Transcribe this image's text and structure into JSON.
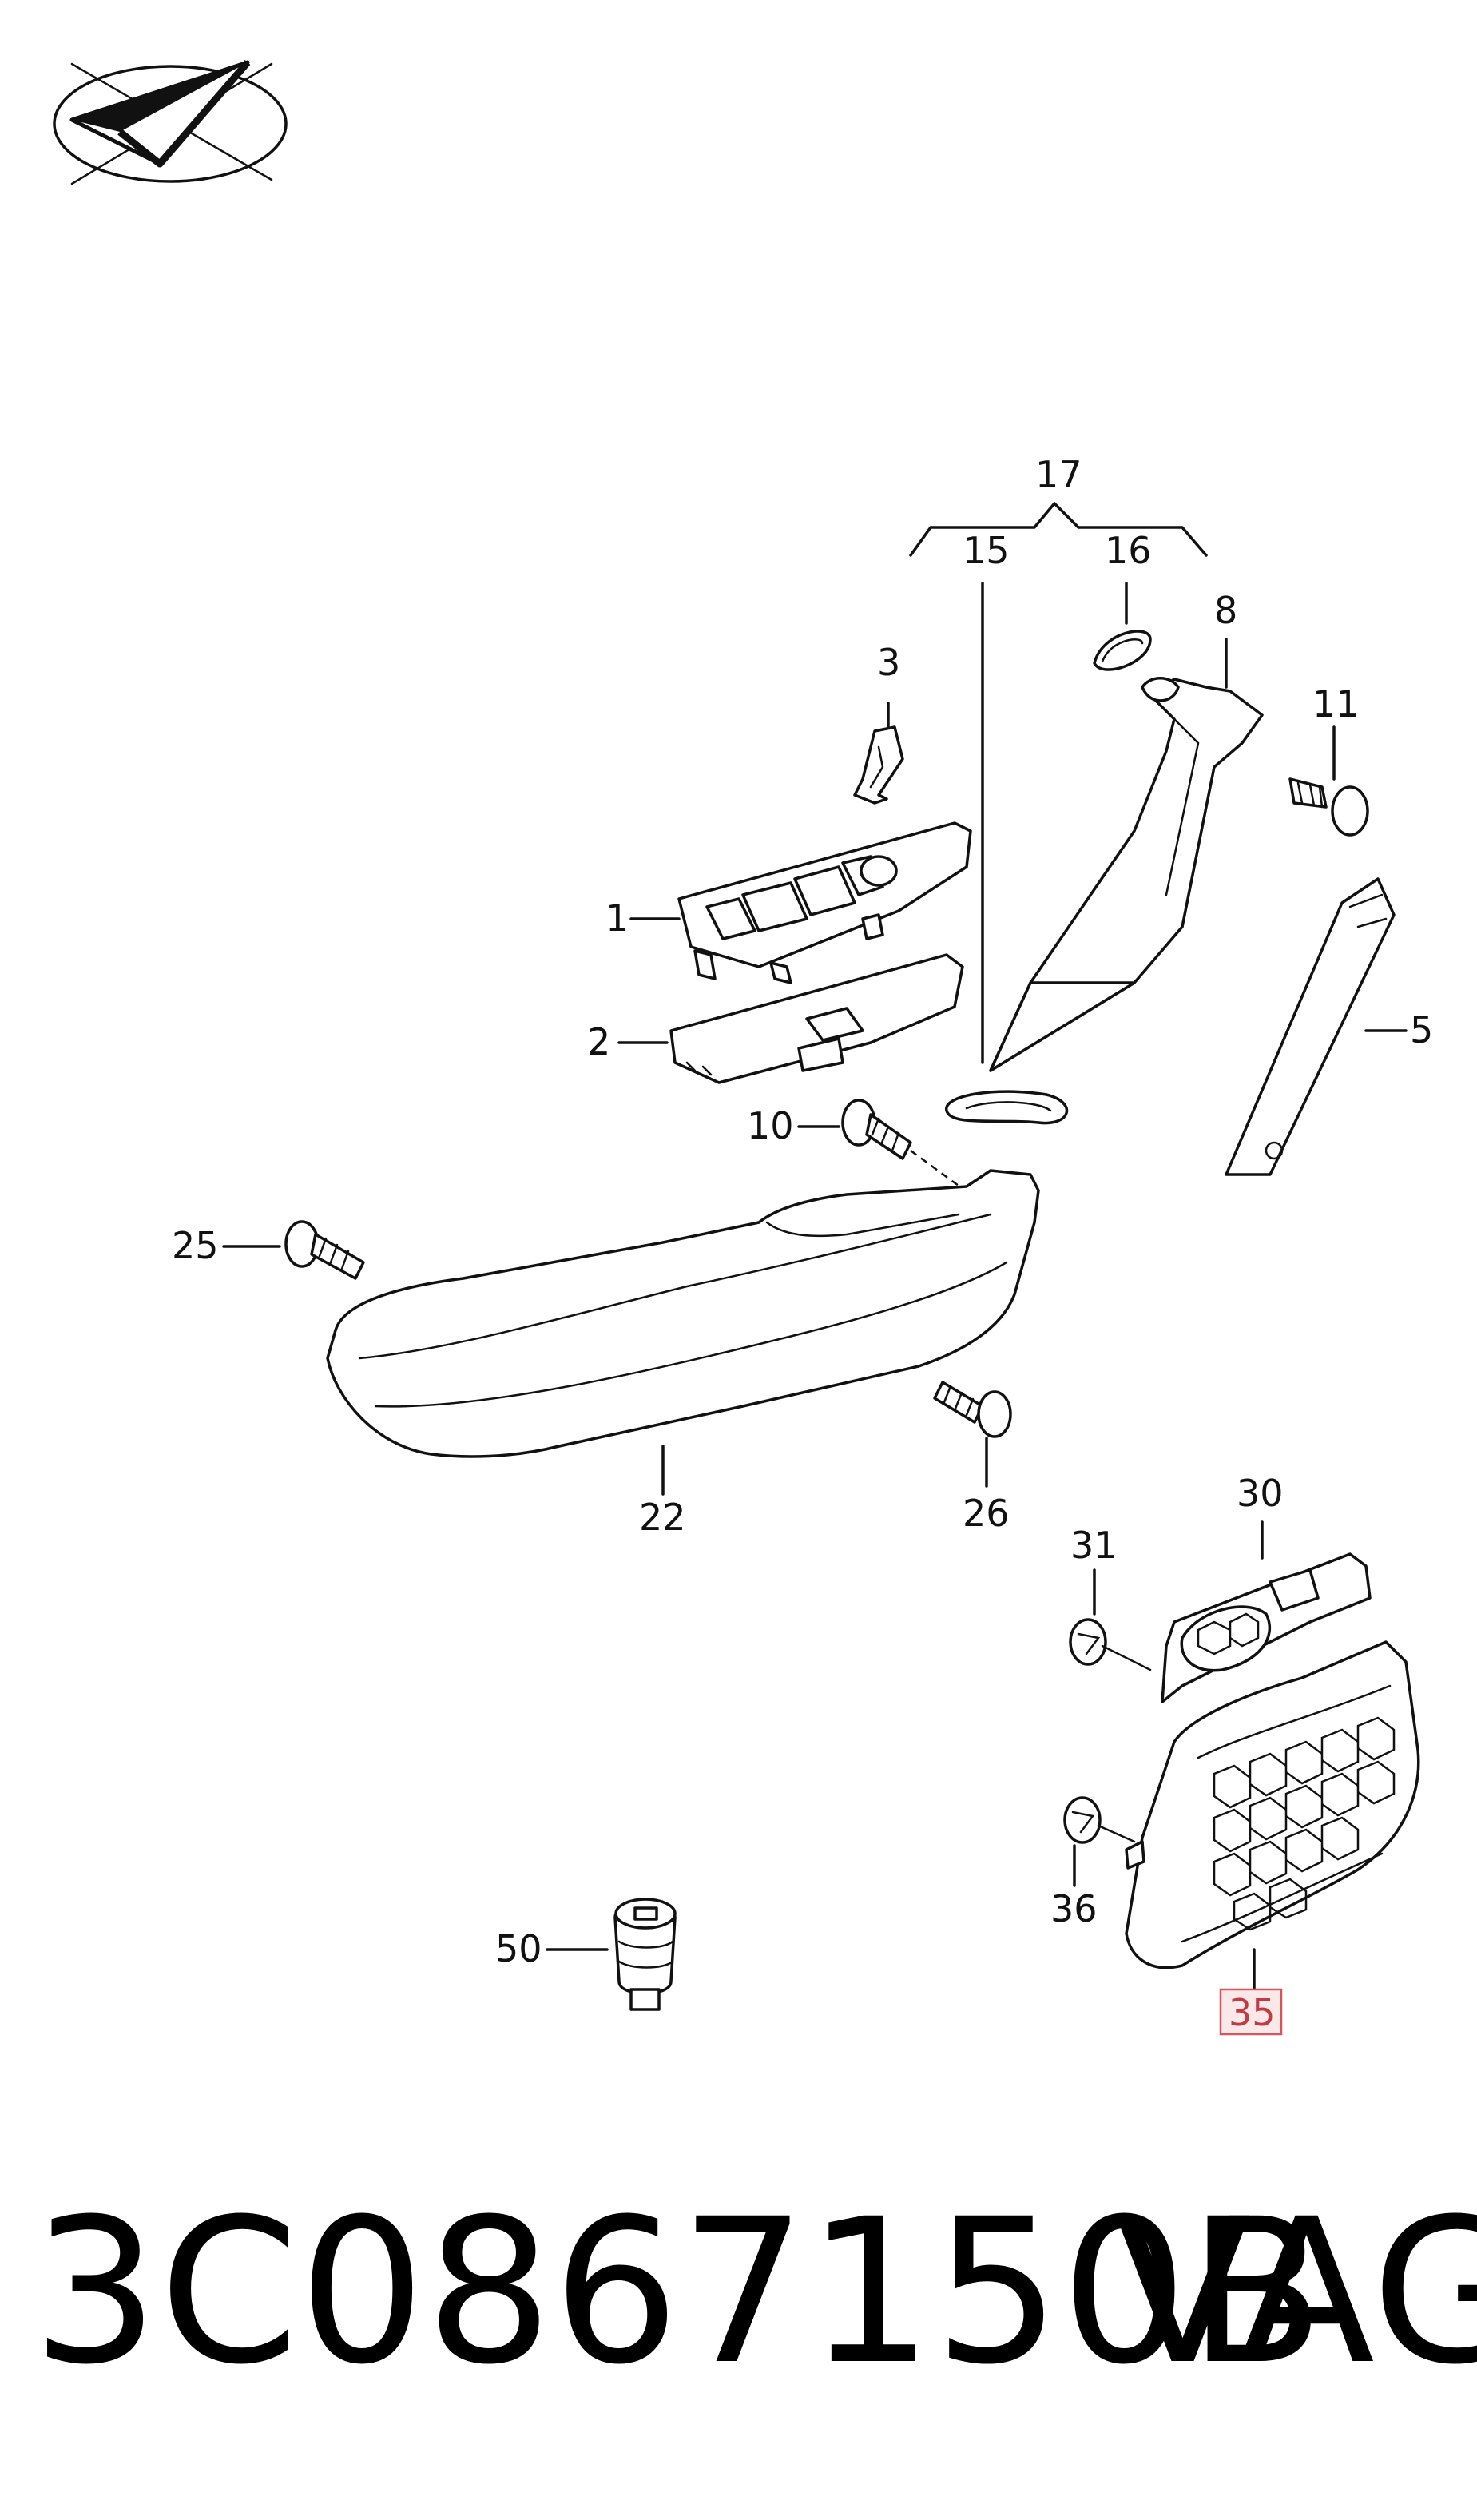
{
  "callouts": {
    "c17": "17",
    "c15": "15",
    "c16": "16",
    "c8": "8",
    "c3": "3",
    "c11": "11",
    "c1": "1",
    "c2": "2",
    "c5": "5",
    "c10": "10",
    "c25": "25",
    "c22": "22",
    "c26": "26",
    "c30": "30",
    "c31": "31",
    "c36": "36",
    "c35": "35",
    "c50": "50"
  },
  "highlighted_callout": "35",
  "footer": {
    "part_number": "3C0867150B",
    "brand": "VAG"
  },
  "colors": {
    "line": "#111111",
    "highlight_border": "#d9535a",
    "highlight_fill": "#fbe9ea"
  }
}
